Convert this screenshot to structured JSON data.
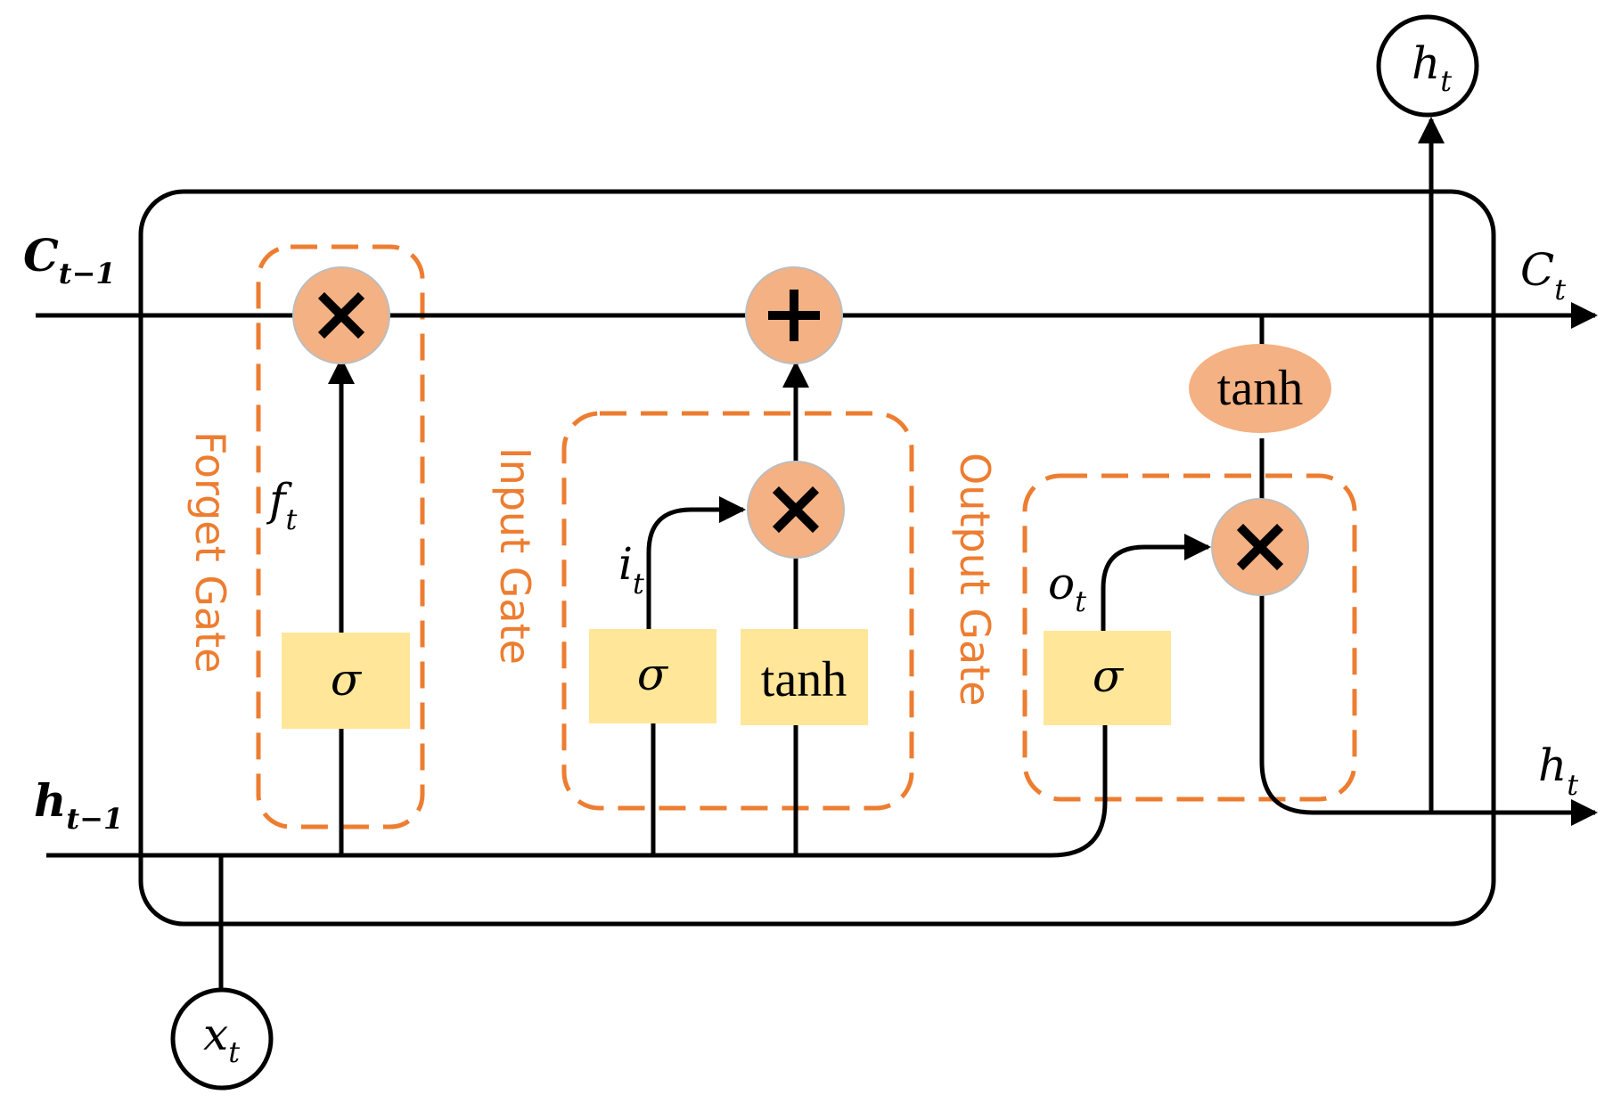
{
  "labels": {
    "c_prev": {
      "main": "C",
      "sub": "t−1"
    },
    "c_next": {
      "main": "C",
      "sub": "t"
    },
    "h_prev": {
      "main": "h",
      "sub": "t−1"
    },
    "h_next": {
      "main": "h",
      "sub": "t"
    },
    "h_out": {
      "main": "h",
      "sub": "t"
    },
    "x_in": {
      "main": "x",
      "sub": "t"
    },
    "f_t": {
      "main": "f",
      "sub": "t"
    },
    "i_t": {
      "main": "i",
      "sub": "t"
    },
    "o_t": {
      "main": "o",
      "sub": "t"
    }
  },
  "gates": {
    "forget": "Forget Gate",
    "input": "Input Gate",
    "output": "Output Gate"
  },
  "layers": {
    "sigma": "σ",
    "tanh": "tanh"
  },
  "colors": {
    "gate_outline": "#ED7D31",
    "op_node": "#F4B183",
    "layer_box": "#FFE699",
    "line": "#000000"
  }
}
